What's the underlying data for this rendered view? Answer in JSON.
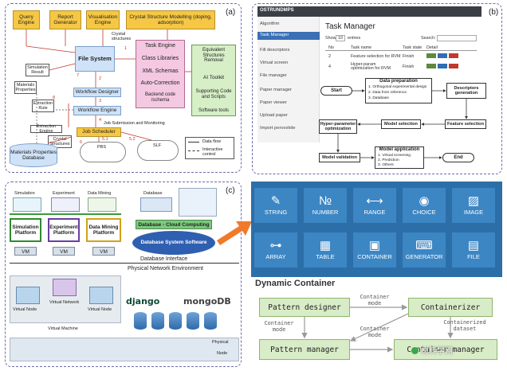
{
  "panel_a": {
    "label": "(a)",
    "query_engine": "Query Engine",
    "report_generator": "Report Generator",
    "visualisation_engine": "Visualisation Engine",
    "crystal_modelling": "Crystal Structure Modelling (doping, adsorption)",
    "crystal_structures_1": "Crystal structures",
    "file_system": "File System",
    "simulation_result": "Simulation Result",
    "materials_properties": "Materials Properties",
    "extraction_rule": "Extraction Rule",
    "extraction_engine": "Extraction Engine",
    "crystal_structures_2": "Crystal Structures",
    "database": "Materials Properties Database",
    "task_engine": "Task Engine",
    "class_libraries": "Class Libraries",
    "xml_schemas": "XML Schemas",
    "auto_correction": "Auto-Correction",
    "backend_code": "Backend code /schema",
    "equivalent_structures": "Equivalent Structures Removal",
    "ai_toolkit": "AI Toolkit",
    "supporting_code": "Supporting Code and Scripts",
    "software_tools": "Software tools",
    "workflow_designer": "Workflow Designer",
    "workflow_engine": "Workflow Engine",
    "job_scheduler": "Job Scheduler",
    "job_submission": "Job Submission and Monitoring",
    "pbs": "PBS",
    "slf": "SLF",
    "legend_data_flow": "Data flow",
    "legend_interactive": "Interactive control",
    "numbers": [
      "1",
      "2",
      "3",
      "4",
      "5.1",
      "5.2",
      "6",
      "7",
      "8"
    ]
  },
  "panel_b": {
    "label": "(b)",
    "logo": "OSTRUNDMPS",
    "sidebar": [
      "Algorithm",
      "Task Manager",
      "Fill descriptors",
      "Virtual screen",
      "File manager",
      "Paper manager",
      "Paper viewer",
      "Upload paper",
      "Import perovskite"
    ],
    "title": "Task Manager",
    "show": "Show",
    "entries_value": "10",
    "entries": "entries",
    "search": "Search:",
    "columns": [
      "No",
      "Task name",
      "Task state",
      "Detail"
    ],
    "rows": [
      {
        "no": "2",
        "name": "Feature selection for RVM",
        "state": "Finish"
      },
      {
        "no": "4",
        "name": "Hyper-param optimization for RVM",
        "state": "Finish"
      }
    ],
    "flow": {
      "start": "Start",
      "data_prep": "Data preparation",
      "data_prep_items": [
        "1. Orthogonal experimental design",
        "2. Data from reference",
        "3. Database"
      ],
      "descriptors": "Descriptors generation",
      "feature_selection": "Feature selection",
      "model_selection": "Model selection",
      "hyper": "Hyper-parameter optimization",
      "model_validation": "Model validation",
      "model_application": "Model application",
      "app_items": [
        "1. Virtual screening",
        "2. Prediction",
        "3. Others"
      ],
      "end": "End"
    }
  },
  "panel_c": {
    "label": "(c)",
    "simulation": "Simulation",
    "experiment": "Experiment",
    "data_mining": "Data Mining",
    "database": "Database",
    "sim_platform": "Simulation Platform",
    "exp_platform": "Experiment Platform",
    "dm_platform": "Data Mining Platform",
    "cloud": "Database - Cloud Computing",
    "db_software": "Database System Software",
    "vm": "VM",
    "db_interface": "Database Interface",
    "network_env": "Physical Network Environment",
    "virtual_network": "Virtual Network",
    "virtual_node_1": "Virtual Node",
    "virtual_node_2": "Virtual Node",
    "virtual_machine": "Virtual Machine",
    "django": "django",
    "mongodb": "mongoDB",
    "physical": "Physical",
    "node": "Node"
  },
  "panel_d": {
    "tiles": [
      {
        "label": "STRING",
        "icon": "pencil-icon",
        "glyph": "✎"
      },
      {
        "label": "NUMBER",
        "icon": "numero-icon",
        "glyph": "№"
      },
      {
        "label": "RANGE",
        "icon": "range-icon",
        "glyph": "⟷"
      },
      {
        "label": "CHOICE",
        "icon": "radio-icon",
        "glyph": "◉"
      },
      {
        "label": "IMAGE",
        "icon": "image-icon",
        "glyph": "▨"
      },
      {
        "label": "ARRAY",
        "icon": "array-icon",
        "glyph": "⊶"
      },
      {
        "label": "TABLE",
        "icon": "table-icon",
        "glyph": "▦"
      },
      {
        "label": "CONTAINER",
        "icon": "container-icon",
        "glyph": "▣"
      },
      {
        "label": "GENERATOR",
        "icon": "generator-icon",
        "glyph": "⌨"
      },
      {
        "label": "FILE",
        "icon": "file-icon",
        "glyph": "▤"
      }
    ],
    "title": "Dynamic Container",
    "pattern_designer": "Pattern designer",
    "containerizer": "Containerizer",
    "pattern_manager": "Pattern manager",
    "container_manager": "Container manager",
    "mode_top": "Container mode",
    "mode_left": "Container mode",
    "mode_mid": "Container mode",
    "containerized": "Containerized dataset",
    "watermark": "材料学网"
  },
  "colors": {
    "accent_blue": "#3c86c4",
    "yellow": "#f6c744",
    "light_blue": "#cfe2f7",
    "green_box": "#d9ecc8",
    "orange_arrow": "#f07a2a"
  }
}
